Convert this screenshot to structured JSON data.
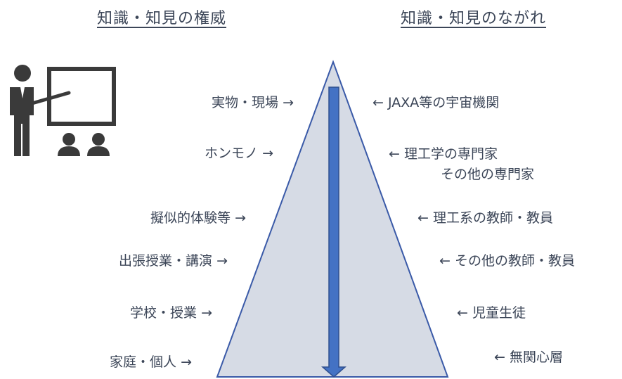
{
  "headings": {
    "left": "知識・知見の権威",
    "right": "知識・知見のながれ"
  },
  "left_labels": [
    "実物・現場 →",
    "ホンモノ →",
    "擬似的体験等 →",
    "出張授業・講演 →",
    "学校・授業 →",
    "家庭・個人 →"
  ],
  "right_labels": [
    "← JAXA等の宇宙機関",
    "← 理工学の専門家",
    "その他の専門家",
    "← 理工系の教師・教員",
    "← その他の教師・教員",
    "← 児童生徒",
    "← 無関心層"
  ],
  "colors": {
    "triangle_fill": "#d6dbe5",
    "triangle_stroke": "#3a5aa8",
    "arrow_fill": "#4472c4",
    "arrow_stroke": "#2f4f8f",
    "icon": "#3a3a3a",
    "text": "#3c4658"
  },
  "icons": [
    "teacher-presentation-icon"
  ]
}
